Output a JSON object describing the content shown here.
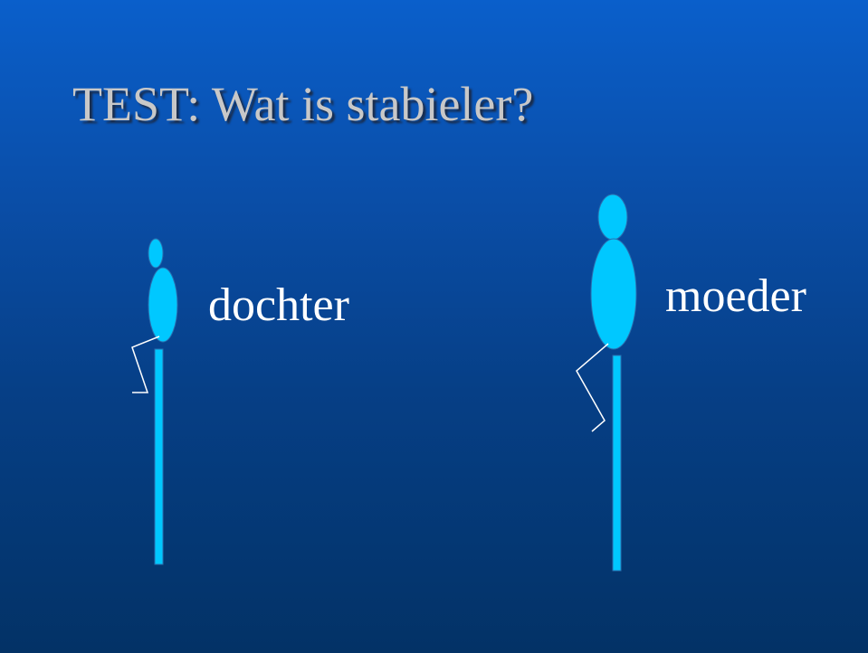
{
  "slide": {
    "title": "TEST: Wat is stabieler?",
    "background_top": "#0a5fcb",
    "background_bottom": "#033266"
  },
  "figures": {
    "daughter": {
      "label": "dochter"
    },
    "mother": {
      "label": "moeder"
    },
    "body_color": "#00c8ff",
    "outline_color": "#2a6fb0",
    "line_color": "#ffffff"
  }
}
